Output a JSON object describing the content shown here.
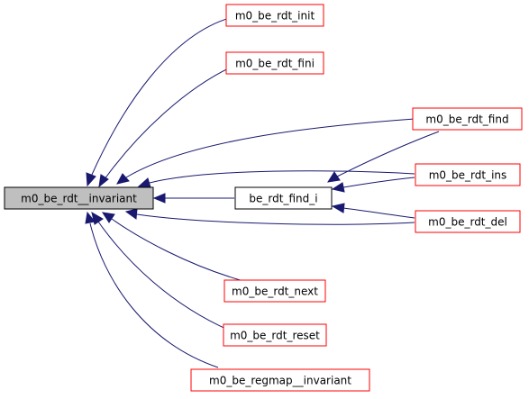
{
  "colors": {
    "edge": "#191970",
    "focus_fill": "#bfbfbf",
    "focus_stroke": "#000000",
    "plain_stroke": "#000000",
    "caller_stroke": "#ff0000",
    "background": "#ffffff"
  },
  "nodes": [
    {
      "id": "invariant",
      "label": "m0_be_rdt__invariant",
      "style": "focus"
    },
    {
      "id": "find_i",
      "label": "be_rdt_find_i",
      "style": "plain"
    },
    {
      "id": "init",
      "label": "m0_be_rdt_init",
      "style": "red"
    },
    {
      "id": "fini",
      "label": "m0_be_rdt_fini",
      "style": "red"
    },
    {
      "id": "find",
      "label": "m0_be_rdt_find",
      "style": "red"
    },
    {
      "id": "ins",
      "label": "m0_be_rdt_ins",
      "style": "red"
    },
    {
      "id": "del",
      "label": "m0_be_rdt_del",
      "style": "red"
    },
    {
      "id": "next",
      "label": "m0_be_rdt_next",
      "style": "red"
    },
    {
      "id": "reset",
      "label": "m0_be_rdt_reset",
      "style": "red"
    },
    {
      "id": "regmap",
      "label": "m0_be_regmap__invariant",
      "style": "red"
    }
  ],
  "edges": [
    {
      "from": "init",
      "to": "invariant"
    },
    {
      "from": "fini",
      "to": "invariant"
    },
    {
      "from": "find",
      "to": "invariant"
    },
    {
      "from": "ins",
      "to": "invariant"
    },
    {
      "from": "find_i",
      "to": "invariant"
    },
    {
      "from": "del",
      "to": "invariant"
    },
    {
      "from": "next",
      "to": "invariant"
    },
    {
      "from": "reset",
      "to": "invariant"
    },
    {
      "from": "regmap",
      "to": "invariant"
    },
    {
      "from": "find",
      "to": "find_i"
    },
    {
      "from": "ins",
      "to": "find_i"
    },
    {
      "from": "del",
      "to": "find_i"
    }
  ]
}
